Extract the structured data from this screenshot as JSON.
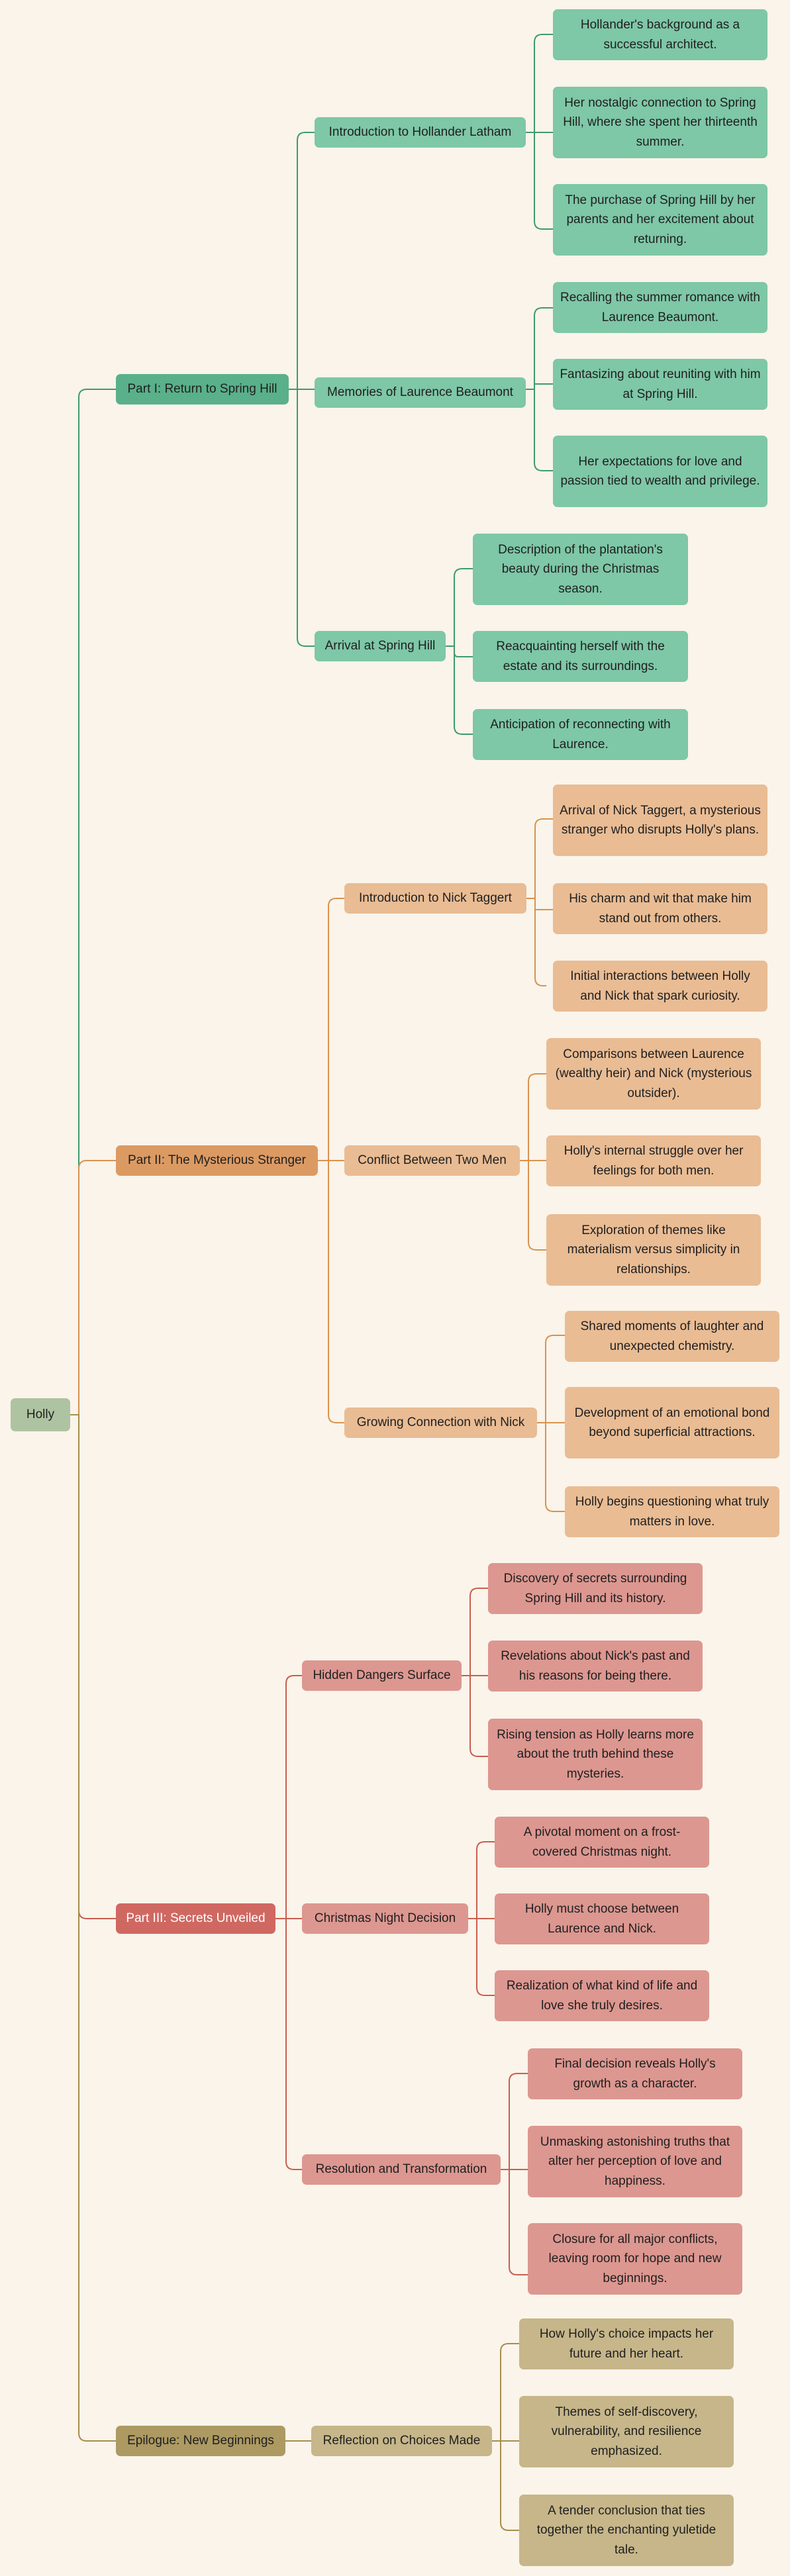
{
  "colors": {
    "background": "#faf4ea",
    "root": "#aec3a1",
    "part1": "#59b08a",
    "part1_light": "#7ec7a7",
    "part1_line": "#3f9a70",
    "part2": "#dc9a63",
    "part2_light": "#e9bc94",
    "part2_line": "#d9924f",
    "part3": "#d06862",
    "part3_light": "#dc9790",
    "part3_line": "#c95e4f",
    "epilogue": "#ad9a62",
    "epilogue_light": "#c6b68a",
    "epilogue_line": "#a68e4c"
  },
  "root": {
    "label": "Holly"
  },
  "parts": [
    {
      "label": "Part I: Return to Spring Hill",
      "sections": [
        {
          "label": "Introduction to Hollander Latham",
          "details": [
            "Hollander's background as a successful architect.",
            "Her nostalgic connection to Spring Hill, where she spent her thirteenth summer.",
            "The purchase of Spring Hill by her parents and her excitement about returning."
          ]
        },
        {
          "label": "Memories of Laurence Beaumont",
          "details": [
            "Recalling the summer romance with Laurence Beaumont.",
            "Fantasizing about reuniting with him at Spring Hill.",
            "Her expectations for love and passion tied to wealth and privilege."
          ]
        },
        {
          "label": "Arrival at Spring Hill",
          "details": [
            "Description of the plantation's beauty during the Christmas season.",
            "Reacquainting herself with the estate and its surroundings.",
            "Anticipation of reconnecting with Laurence."
          ]
        }
      ]
    },
    {
      "label": "Part II: The Mysterious Stranger",
      "sections": [
        {
          "label": "Introduction to Nick Taggert",
          "details": [
            "Arrival of Nick Taggert, a mysterious stranger who disrupts Holly's plans.",
            "His charm and wit that make him stand out from others.",
            "Initial interactions between Holly and Nick that spark curiosity."
          ]
        },
        {
          "label": "Conflict Between Two Men",
          "details": [
            "Comparisons between Laurence (wealthy heir) and Nick (mysterious outsider).",
            "Holly's internal struggle over her feelings for both men.",
            "Exploration of themes like materialism versus simplicity in relationships."
          ]
        },
        {
          "label": "Growing Connection with Nick",
          "details": [
            "Shared moments of laughter and unexpected chemistry.",
            "Development of an emotional bond beyond superficial attractions.",
            "Holly begins questioning what truly matters in love."
          ]
        }
      ]
    },
    {
      "label": "Part III: Secrets Unveiled",
      "sections": [
        {
          "label": "Hidden Dangers Surface",
          "details": [
            "Discovery of secrets surrounding Spring Hill and its history.",
            "Revelations about Nick's past and his reasons for being there.",
            "Rising tension as Holly learns more about the truth behind these mysteries."
          ]
        },
        {
          "label": "Christmas Night Decision",
          "details": [
            "A pivotal moment on a frost-covered Christmas night.",
            "Holly must choose between Laurence and Nick.",
            "Realization of what kind of life and love she truly desires."
          ]
        },
        {
          "label": "Resolution and Transformation",
          "details": [
            "Final decision reveals Holly's growth as a character.",
            "Unmasking astonishing truths that alter her perception of love and happiness.",
            "Closure for all major conflicts, leaving room for hope and new beginnings."
          ]
        }
      ]
    },
    {
      "label": "Epilogue: New Beginnings",
      "sections": [
        {
          "label": "Reflection on Choices Made",
          "details": [
            "How Holly's choice impacts her future and her heart.",
            "Themes of self-discovery, vulnerability, and resilience emphasized.",
            "A tender conclusion that ties together the enchanting yuletide tale."
          ]
        }
      ]
    }
  ]
}
